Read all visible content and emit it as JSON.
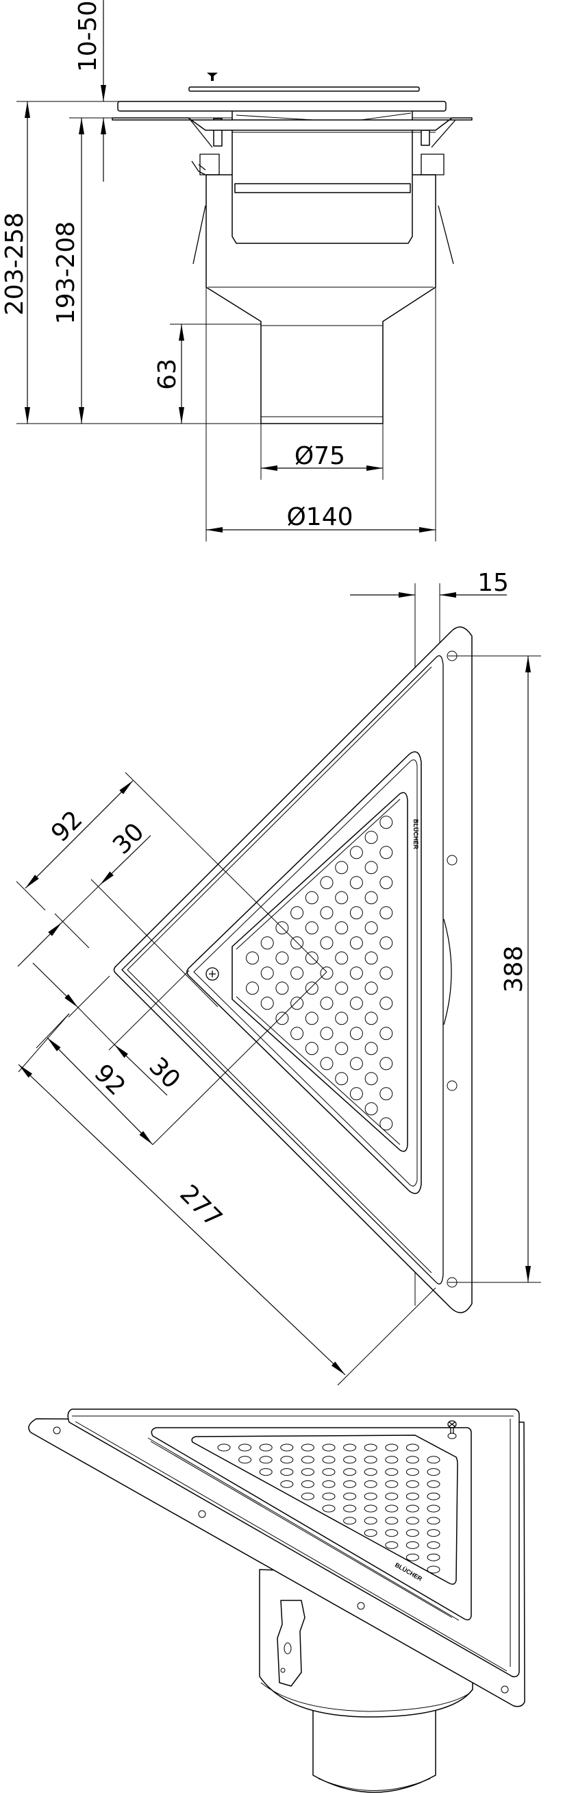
{
  "side_view": {
    "labels": {
      "adjust_height": "10-50",
      "total_height": "203-258",
      "body_height": "193-208",
      "spigot_length": "63",
      "spigot_diameter": "Ø75",
      "body_diameter": "Ø140"
    }
  },
  "top_view": {
    "labels": {
      "flange_width": "15",
      "side_length": "388",
      "upper_outer_offset": "92",
      "upper_inner_offset": "30",
      "lower_outer_offset": "92",
      "lower_inner_offset": "30",
      "diagonal_length": "277"
    },
    "brand": "BLÜCHER"
  },
  "iso_view": {
    "brand": "BLÜCHER"
  },
  "colors": {
    "line": "#000000",
    "background": "#ffffff"
  }
}
